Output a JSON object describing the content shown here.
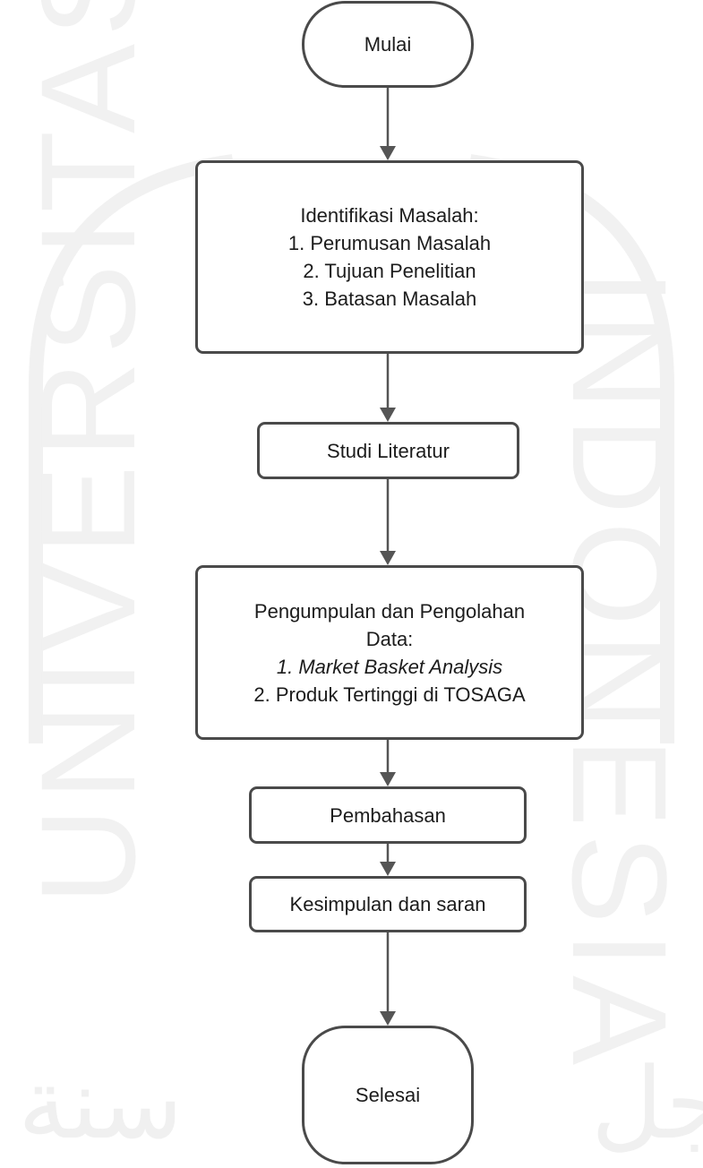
{
  "flowchart": {
    "nodes": [
      {
        "id": "start",
        "shape": "terminal",
        "lines": [
          "Mulai"
        ]
      },
      {
        "id": "identification",
        "shape": "process",
        "lines": [
          "Identifikasi Masalah:",
          "1. Perumusan Masalah",
          "2. Tujuan Penelitian",
          "3. Batasan Masalah"
        ]
      },
      {
        "id": "literature",
        "shape": "process",
        "lines": [
          "Studi Literatur"
        ]
      },
      {
        "id": "data",
        "shape": "process",
        "lines": [
          "Pengumpulan dan Pengolahan",
          "Data:",
          "1. Market Basket Analysis",
          "2. Produk Tertinggi di TOSAGA"
        ]
      },
      {
        "id": "discussion",
        "shape": "process",
        "lines": [
          "Pembahasan"
        ]
      },
      {
        "id": "conclusion",
        "shape": "process",
        "lines": [
          "Kesimpulan dan saran"
        ]
      },
      {
        "id": "end",
        "shape": "terminal",
        "lines": [
          "Selesai"
        ]
      }
    ],
    "edges": [
      [
        "start",
        "identification"
      ],
      [
        "identification",
        "literature"
      ],
      [
        "literature",
        "data"
      ],
      [
        "data",
        "discussion"
      ],
      [
        "discussion",
        "conclusion"
      ],
      [
        "conclusion",
        "end"
      ]
    ]
  },
  "watermark": {
    "left_word": "UNIVERSITAS",
    "right_word": "INDONESIA"
  },
  "colors": {
    "stroke": "#4a4a4a",
    "arrow": "#555555",
    "text": "#1c1c1c",
    "watermark": "#f1f1f1"
  }
}
